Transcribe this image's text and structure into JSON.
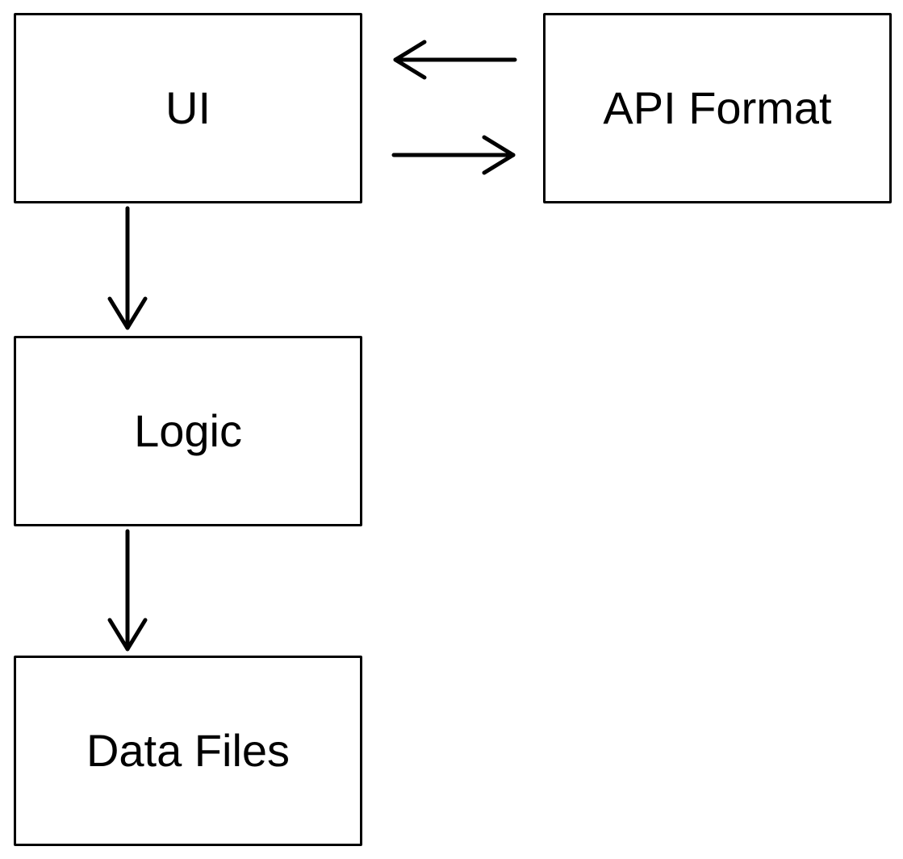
{
  "nodes": {
    "ui": {
      "label": "UI"
    },
    "api_format": {
      "label": "API Format"
    },
    "logic": {
      "label": "Logic"
    },
    "data_files": {
      "label": "Data Files"
    }
  },
  "edges": [
    {
      "from": "api_format",
      "to": "ui"
    },
    {
      "from": "ui",
      "to": "api_format"
    },
    {
      "from": "ui",
      "to": "logic"
    },
    {
      "from": "logic",
      "to": "data_files"
    }
  ],
  "colors": {
    "stroke": "#000000",
    "background": "#ffffff",
    "text": "#000000"
  }
}
